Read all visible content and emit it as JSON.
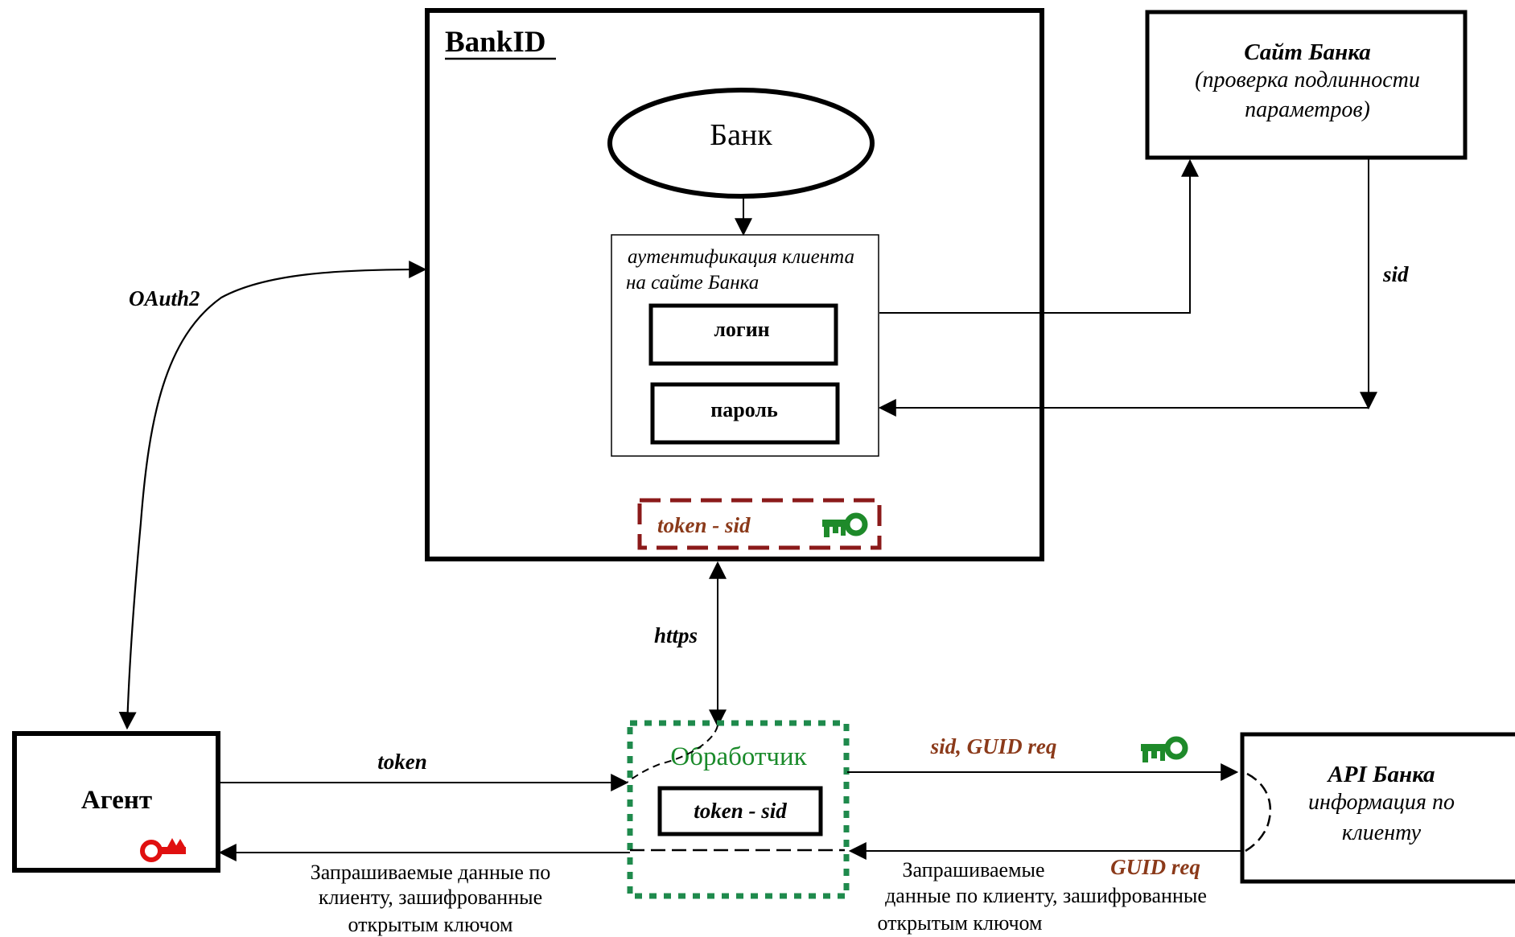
{
  "colors": {
    "line": "#000000",
    "token_box": "#8b1a1a",
    "handler_border": "#1f8a4c",
    "handler_text": "#1a8a2a",
    "key_green": "#1e8a2a",
    "key_red": "#e01010",
    "label_brown": "#8b3a1a"
  },
  "bankid": {
    "title": "BankID",
    "bank_label": "Банк",
    "auth_caption_line1": "аутентификация клиента",
    "auth_caption_line2": "на сайте Банка",
    "login_label": "логин",
    "password_label": "пароль",
    "token_sid_label": "token - sid"
  },
  "bank_site": {
    "title": "Сайт Банка",
    "line2": "(проверка подлинности",
    "line3": "параметров)"
  },
  "agent": {
    "title": "Агент"
  },
  "handler": {
    "title": "Обработчик",
    "token_sid_label": "token - sid"
  },
  "bank_api": {
    "title": "API Банка",
    "line2": "информация по",
    "line3": "клиенту"
  },
  "edges": {
    "oauth2": "OAuth2",
    "sid": "sid",
    "https": "https",
    "token": "token",
    "sid_guid_req": "sid, GUID req",
    "guid_req": "GUID req",
    "requested_left_line1": "Запрашиваемые данные по",
    "requested_left_line2": "клиенту, зашифрованные",
    "requested_left_line3": "открытым ключом",
    "requested_right_line1": "Запрашиваемые",
    "requested_right_line2": "данные по клиенту, зашифрованные",
    "requested_right_line3": "открытым ключом"
  },
  "icons": {
    "bankid_key": "key-icon",
    "agent_key": "key-icon",
    "handler_key": "key-icon"
  }
}
